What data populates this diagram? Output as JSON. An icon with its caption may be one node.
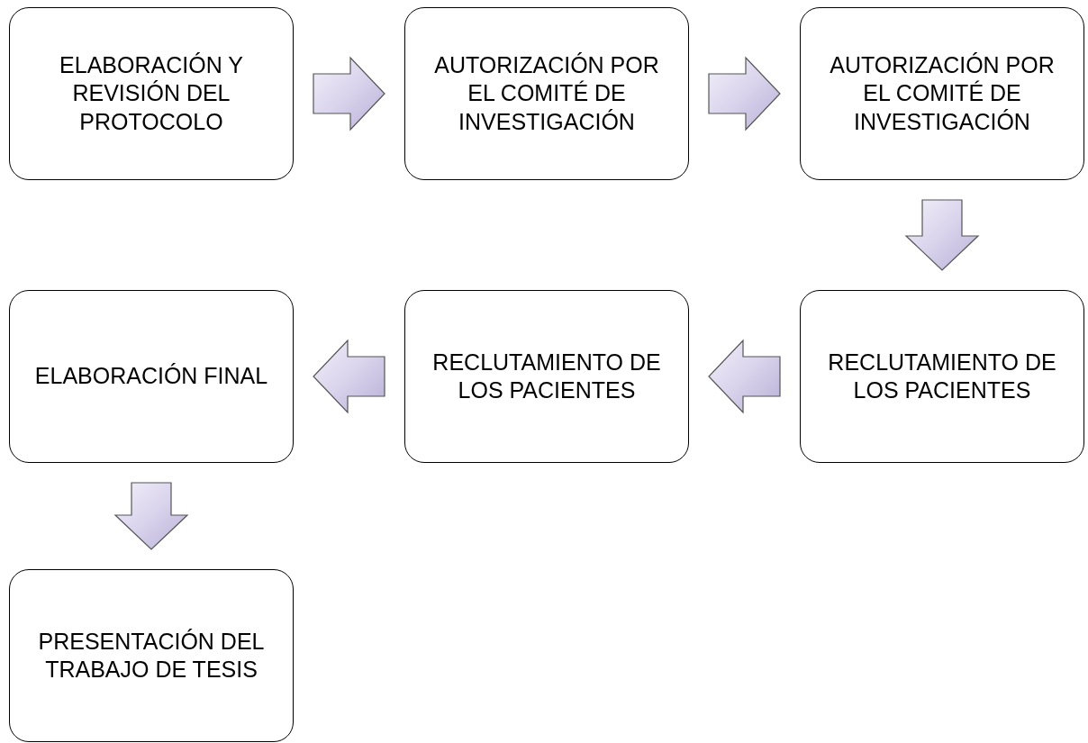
{
  "diagram": {
    "nodes": [
      {
        "text": [
          "ELABORACIÓN Y REVISIÓN DEL PROTOCOLO"
        ]
      },
      {
        "text": [
          "AUTORIZACIÓN POR EL COMITÉ DE INVESTIGACIÓN"
        ]
      },
      {
        "text": [
          "AUTORIZACIÓN POR EL COMITÉ DE INVESTIGACIÓN"
        ]
      },
      {
        "text": [
          "ELABORACIÓN FINAL"
        ]
      },
      {
        "text": [
          "RECLUTAMIENTO DE LOS PACIENTES"
        ]
      },
      {
        "text": [
          "RECLUTAMIENTO DE LOS PACIENTES"
        ]
      },
      {
        "text": [
          "PRESENTACIÓN DEL TRABAJO DE TESIS"
        ]
      }
    ],
    "edges": [
      {
        "from": 0,
        "to": 1,
        "arrow": "to"
      },
      {
        "from": 1,
        "to": 2,
        "arrow": "to"
      },
      {
        "from": 2,
        "to": 5,
        "arrow": "to"
      },
      {
        "from": 5,
        "to": 4,
        "arrow": "to"
      },
      {
        "from": 4,
        "to": 3,
        "arrow": "to"
      },
      {
        "from": 3,
        "to": 6,
        "arrow": "to"
      }
    ]
  }
}
